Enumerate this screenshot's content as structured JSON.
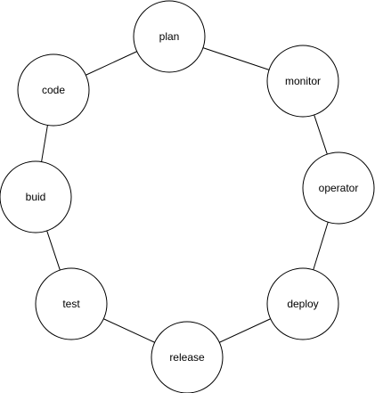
{
  "diagram": {
    "nodes": [
      {
        "id": "plan",
        "label": "plan"
      },
      {
        "id": "monitor",
        "label": "monitor"
      },
      {
        "id": "operator",
        "label": "operator"
      },
      {
        "id": "deploy",
        "label": "deploy"
      },
      {
        "id": "release",
        "label": "release"
      },
      {
        "id": "test",
        "label": "test"
      },
      {
        "id": "buid",
        "label": "buid"
      },
      {
        "id": "code",
        "label": "code"
      }
    ],
    "edges": [
      [
        "plan",
        "monitor"
      ],
      [
        "monitor",
        "operator"
      ],
      [
        "operator",
        "deploy"
      ],
      [
        "deploy",
        "release"
      ],
      [
        "release",
        "test"
      ],
      [
        "test",
        "buid"
      ],
      [
        "buid",
        "code"
      ],
      [
        "code",
        "plan"
      ]
    ]
  }
}
